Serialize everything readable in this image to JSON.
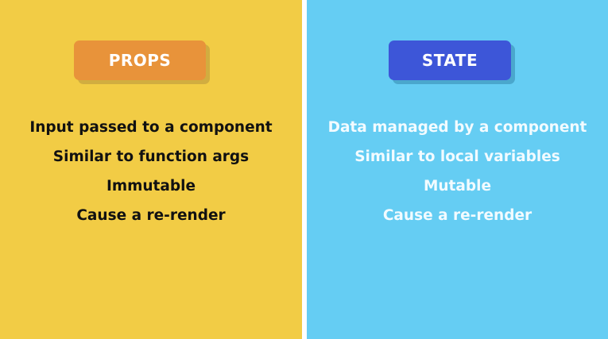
{
  "props": {
    "title": "PROPS",
    "items": [
      "Input passed to a component",
      "Similar to function args",
      "Immutable",
      "Cause a re-render"
    ]
  },
  "state": {
    "title": "STATE",
    "items": [
      "Data managed by a component",
      "Similar to local variables",
      "Mutable",
      "Cause a re-render"
    ]
  },
  "colors": {
    "props_background": "#f2cc45",
    "state_background": "#65cdf3",
    "props_badge": "#e8933a",
    "state_badge": "#3d56d8"
  }
}
